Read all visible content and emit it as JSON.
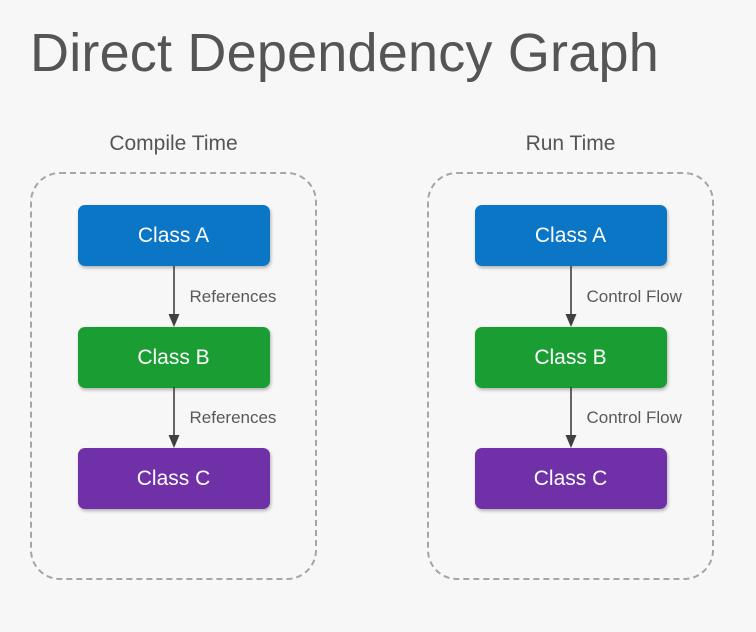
{
  "title": "Direct Dependency Graph",
  "background_color": "#f7f7f7",
  "title_color": "#555555",
  "frame_border_color": "#a6a6a6",
  "arrow_color": "#404040",
  "panels": [
    {
      "id": "compile-time",
      "heading": "Compile Time",
      "nodes": [
        {
          "label": "Class A",
          "color": "#0b76c6",
          "style": "node-blue"
        },
        {
          "label": "Class B",
          "color": "#1a9e33",
          "style": "node-green"
        },
        {
          "label": "Class C",
          "color": "#7030a8",
          "style": "node-purple"
        }
      ],
      "links": [
        {
          "from": "Class A",
          "to": "Class B",
          "label": "References"
        },
        {
          "from": "Class B",
          "to": "Class C",
          "label": "References"
        }
      ]
    },
    {
      "id": "run-time",
      "heading": "Run Time",
      "nodes": [
        {
          "label": "Class A",
          "color": "#0b76c6",
          "style": "node-blue"
        },
        {
          "label": "Class B",
          "color": "#1a9e33",
          "style": "node-green"
        },
        {
          "label": "Class C",
          "color": "#7030a8",
          "style": "node-purple"
        }
      ],
      "links": [
        {
          "from": "Class A",
          "to": "Class B",
          "label": "Control Flow"
        },
        {
          "from": "Class B",
          "to": "Class C",
          "label": "Control Flow"
        }
      ]
    }
  ]
}
